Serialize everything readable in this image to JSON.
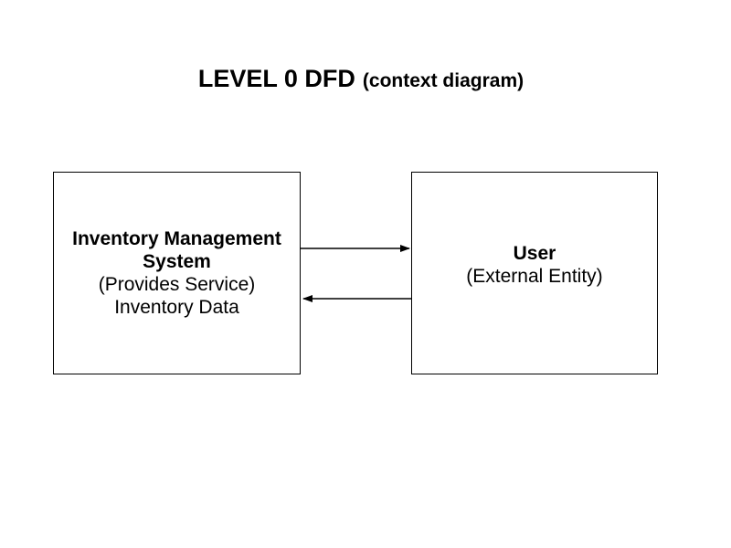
{
  "page": {
    "background_color": "#ffffff",
    "line_color": "#000000",
    "text_color": "#000000"
  },
  "title": {
    "main": "LEVEL 0 DFD",
    "sub": "(context diagram)"
  },
  "process_box": {
    "name_line1": "Inventory Management",
    "name_line2": "System",
    "type_label": "(Provides Service)",
    "data_label": "Inventory Data"
  },
  "entity_box": {
    "name": "User",
    "type_label": "(External Entity)"
  },
  "flows": [
    {
      "from": "Inventory Management System",
      "to": "User",
      "direction": "right",
      "label": ""
    },
    {
      "from": "User",
      "to": "Inventory Management System",
      "direction": "left",
      "label": ""
    }
  ]
}
